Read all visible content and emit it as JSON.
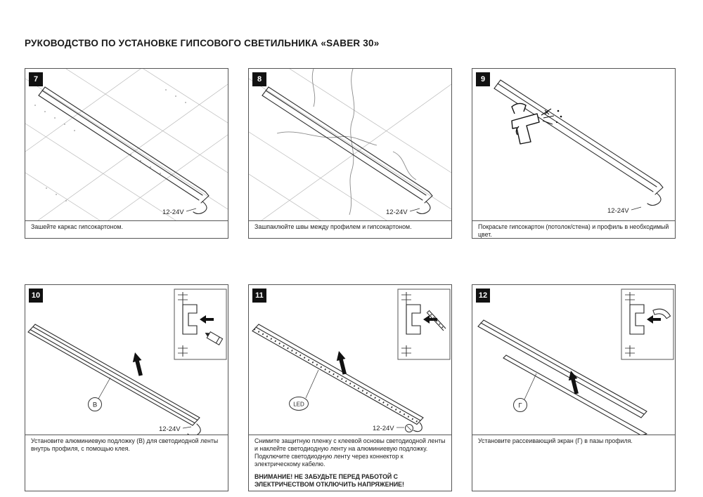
{
  "title": "РУКОВОДСТВО ПО УСТАНОВКЕ ГИПСОВОГО СВЕТИЛЬНИКА «SABER 30»",
  "labels": {
    "voltage": "12-24V"
  },
  "panels": {
    "p7": {
      "number": "7",
      "caption": "Зашейте каркас гипсокартоном."
    },
    "p8": {
      "number": "8",
      "caption": "Зашпаклюйте швы между профилем и гипсокартоном."
    },
    "p9": {
      "number": "9",
      "caption": "Покрасьте гипсокартон (потолок/стена) и профиль в необходимый цвет."
    },
    "p10": {
      "number": "10",
      "part": "В",
      "caption": "Установите алюминиевую подложку (В) для светодиодной ленты внутрь профиля, с помощью клея."
    },
    "p11": {
      "number": "11",
      "part": "LED",
      "caption": "Снимите защитную пленку с клеевой основы светодиодной ленты и наклейте светодиодную ленту на алюминиевую подложку. Подключите светодиодную ленту через коннектор к электрическому кабелю.",
      "warning": "ВНИМАНИЕ! НЕ ЗАБУДЬТЕ ПЕРЕД РАБОТОЙ С ЭЛЕКТРИЧЕСТВОМ ОТКЛЮЧИТЬ НАПРЯЖЕНИЕ!"
    },
    "p12": {
      "number": "12",
      "part": "Г",
      "caption": "Установите рассеивающий экран (Г) в пазы профиля."
    }
  }
}
